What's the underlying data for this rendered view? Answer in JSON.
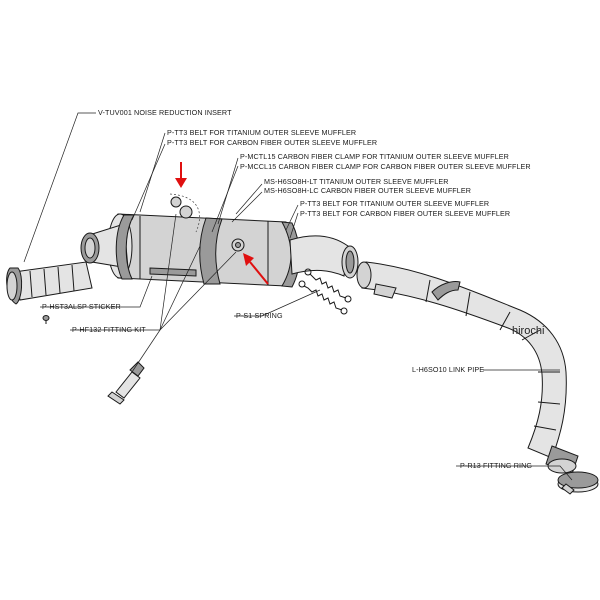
{
  "labels": {
    "noise_insert": "V-TUV001  NOISE REDUCTION INSERT",
    "belt_ti_1": "P-TT3  BELT FOR TITANIUM OUTER SLEEVE MUFFLER",
    "belt_cf_1": "P-TT3  BELT FOR CARBON FIBER OUTER SLEEVE MUFFLER",
    "clamp_ti": "P-MCTL15  CARBON FIBER CLAMP FOR TITANIUM OUTER SLEEVE MUFFLER",
    "clamp_cf": "P-MCCL15  CARBON FIBER CLAMP FOR CARBON FIBER OUTER SLEEVE MUFFLER",
    "muffler_ti": "MS-H6SO8H-LT  TITANIUM OUTER SLEEVE MUFFLER",
    "muffler_cf": "MS-H6SO8H-LC  CARBON FIBER OUTER SLEEVE MUFFLER",
    "belt_ti_2": "P-TT3  BELT FOR TITANIUM OUTER SLEEVE MUFFLER",
    "belt_cf_2": "P-TT3  BELT FOR CARBON FIBER OUTER SLEEVE MUFFLER",
    "sticker": "P-HST3ALSP  STICKER",
    "spring": "P-S1  SPRING",
    "fitting_kit": "P-HF132  FITTING KIT",
    "link_pipe": "L-H6SO10  LINK PIPE",
    "fitting_ring": "P-R13  FITTING RING"
  },
  "watermark": "hirochi",
  "colors": {
    "arrow": "#e01010",
    "line": "#1a1a1a",
    "part_fill": "#d3d3d3"
  }
}
